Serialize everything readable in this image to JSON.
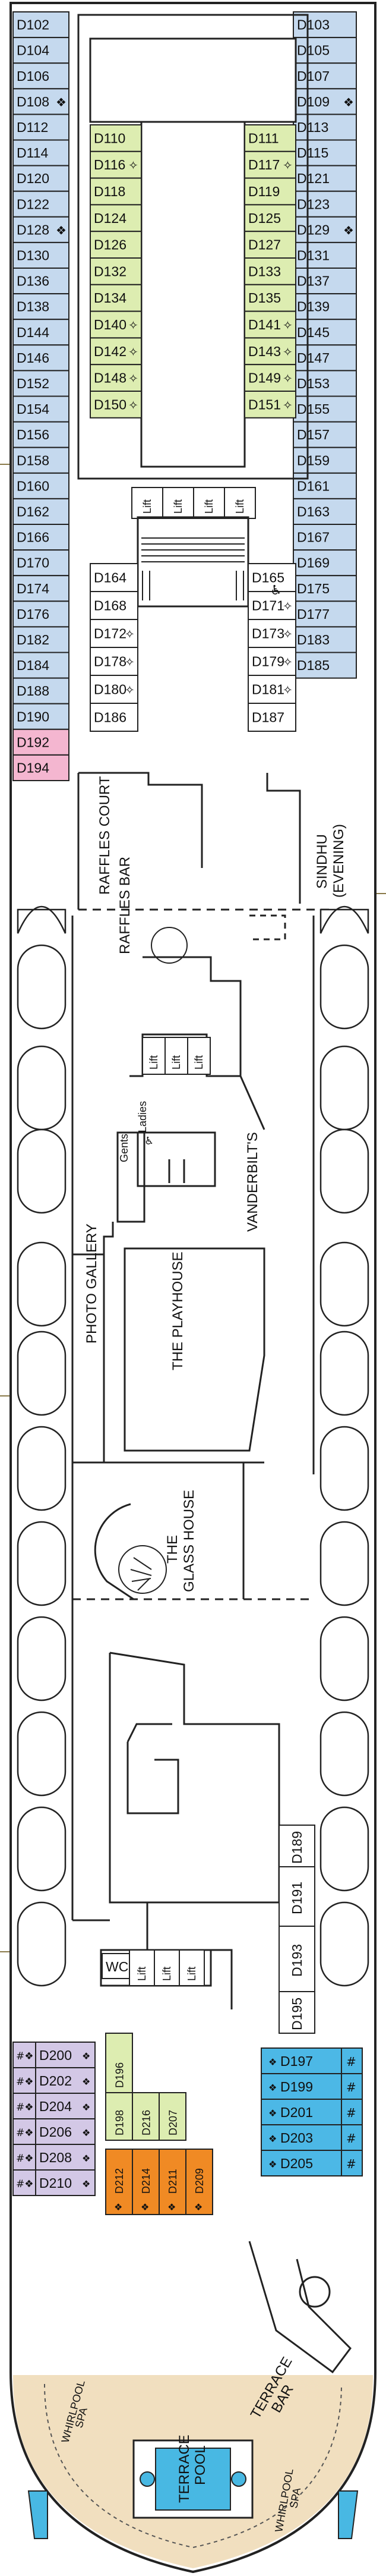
{
  "colors": {
    "standard_cabin": "#c5d9ee",
    "deluxe_cabin": "#ddedb1",
    "suite_cabin": "#d3c8e6",
    "orange_cabin": "#f08a24",
    "cyan_cabin": "#4cb8e6",
    "pink_cabin": "#f4b6d0",
    "pool_deck": "#f1dfbf",
    "pool_water": "#48b8e3",
    "outline": "#222222"
  },
  "symbols": {
    "connecting": "❖",
    "half_connecting": "✧",
    "accessible": "♿",
    "hash": "#"
  },
  "cabins": {
    "left_outer": [
      "D102",
      "D104",
      "D106",
      "D108",
      "D112",
      "D114",
      "D120",
      "D122",
      "D128",
      "D130",
      "D136",
      "D138",
      "D144",
      "D146",
      "D152",
      "D154",
      "D156",
      "D158",
      "D160",
      "D162",
      "D166",
      "D170",
      "D174",
      "D176",
      "D182",
      "D184",
      "D188",
      "D190"
    ],
    "left_outer_markers": [
      "",
      "",
      "",
      "❖",
      "",
      "",
      "",
      "",
      "❖",
      "",
      "",
      "",
      "",
      "",
      "",
      "",
      "",
      "",
      "",
      "",
      "",
      "",
      "",
      "",
      "",
      "",
      "",
      ""
    ],
    "left_pink": [
      "D192",
      "D194"
    ],
    "right_outer": [
      "D103",
      "D105",
      "D107",
      "D109",
      "D113",
      "D115",
      "D121",
      "D123",
      "D129",
      "D131",
      "D137",
      "D139",
      "D145",
      "D147",
      "D153",
      "D155",
      "D157",
      "D159",
      "D161",
      "D163",
      "D167",
      "D169",
      "D175",
      "D177",
      "D183",
      "D185"
    ],
    "right_outer_markers": [
      "",
      "",
      "",
      "❖",
      "",
      "",
      "",
      "",
      "❖",
      "",
      "",
      "",
      "",
      "",
      "",
      "",
      "",
      "",
      "",
      "",
      "",
      "",
      "",
      "",
      "",
      ""
    ],
    "inner_left": [
      "D110",
      "D116",
      "D118",
      "D124",
      "D126",
      "D132",
      "D134",
      "D140",
      "D142",
      "D148",
      "D150"
    ],
    "inner_left_markers": [
      "",
      "✧",
      "",
      "",
      "",
      "",
      "",
      "✧",
      "✧",
      "✧",
      "✧"
    ],
    "inner_right": [
      "D111",
      "D117",
      "D119",
      "D125",
      "D127",
      "D133",
      "D135",
      "D141",
      "D143",
      "D149",
      "D151"
    ],
    "inner_right_markers": [
      "",
      "✧",
      "",
      "",
      "",
      "",
      "",
      "✧",
      "✧",
      "✧",
      "✧"
    ],
    "mid_left": [
      "D164",
      "D168",
      "D172",
      "D178",
      "D180",
      "D186"
    ],
    "mid_left_markers": [
      "",
      "",
      "✧",
      "✧",
      "✧",
      ""
    ],
    "mid_right": [
      "D165",
      "D171",
      "D173",
      "D179",
      "D181",
      "D187"
    ],
    "mid_right_markers": [
      "",
      "✧",
      "✧",
      "✧",
      "✧",
      ""
    ],
    "aft_stack": [
      "D189",
      "D191",
      "D193",
      "D195"
    ],
    "aft_green": [
      "D196",
      "D198",
      "D216",
      "D207"
    ],
    "aft_orange": [
      "D212",
      "D214",
      "D211",
      "D209"
    ],
    "aft_cyan": [
      "D197",
      "D199",
      "D201",
      "D203",
      "D205"
    ],
    "aft_purple": [
      "D200",
      "D202",
      "D204",
      "D206",
      "D208",
      "D210"
    ]
  },
  "labels": {
    "lift": "Lift",
    "wc": "WC",
    "gents": "Gents",
    "ladies": "Ladies",
    "raffles_court": "RAFFLES COURT",
    "raffles_bar": "RAFFLES BAR",
    "sindhu_1": "SINDHU",
    "sindhu_2": "(EVENING)",
    "vanderbilts": "VANDERBILT'S",
    "photo_gallery": "PHOTO GALLERY",
    "playhouse": "THE PLAYHOUSE",
    "glass_house_1": "THE",
    "glass_house_2": "GLASS HOUSE",
    "terrace_bar_1": "TERRACE",
    "terrace_bar_2": "BAR",
    "terrace_pool_1": "TERRACE",
    "terrace_pool_2": "POOL",
    "whirlpool_1": "WHIRLPOOL",
    "whirlpool_2": "SPA"
  }
}
